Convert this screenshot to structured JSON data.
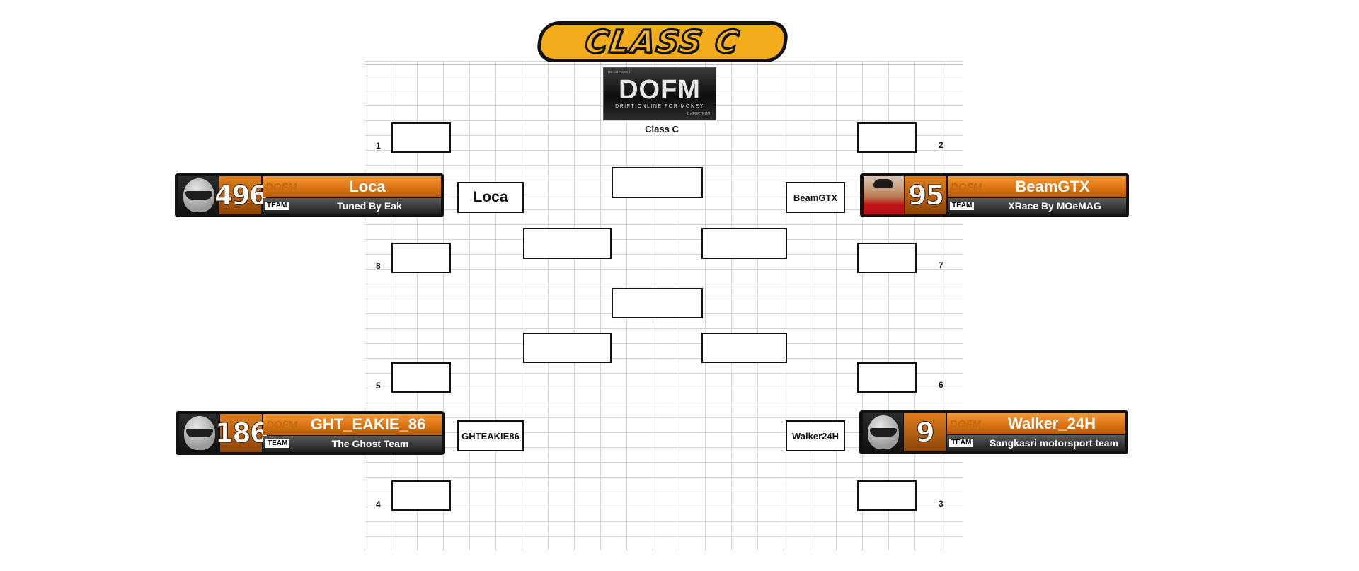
{
  "title": "CLASS C",
  "logo": {
    "brand": "DOFM",
    "tagline": "DRIFT ONLINE FOR MONEY",
    "byline": "By FORTRON",
    "project": "Not Call Project 4"
  },
  "class_label": "Class C",
  "seeds": [
    "1",
    "8",
    "5",
    "4",
    "2",
    "7",
    "6",
    "3"
  ],
  "round1": {
    "top_left": "Loca",
    "bottom_left": "GHTEAKIE86",
    "top_right": "BeamGTX",
    "bottom_right": "Walker24H"
  },
  "cards": [
    {
      "number": "496",
      "badge": "DOFM",
      "name": "Loca",
      "team_tag": "TEAM",
      "team": "Tuned By Eak",
      "avatar_icon": "helmet-icon"
    },
    {
      "number": "186",
      "badge": "DOFM",
      "name": "GHT_EAKIE_86",
      "team_tag": "TEAM",
      "team": "The Ghost Team",
      "avatar_icon": "helmet-icon"
    },
    {
      "number": "95",
      "badge": "DOFM",
      "name": "BeamGTX",
      "team_tag": "TEAM",
      "team": "XRace By MOeMAG",
      "avatar_icon": "driver-photo"
    },
    {
      "number": "9",
      "badge": "DOFM",
      "name": "Walker_24H",
      "team_tag": "TEAM",
      "team": "Sangkasri motorsport team",
      "avatar_icon": "helmet-icon"
    }
  ],
  "colors": {
    "accent": "#f2ab1a",
    "card_orange": "#e27a18",
    "card_dark": "#111111"
  }
}
